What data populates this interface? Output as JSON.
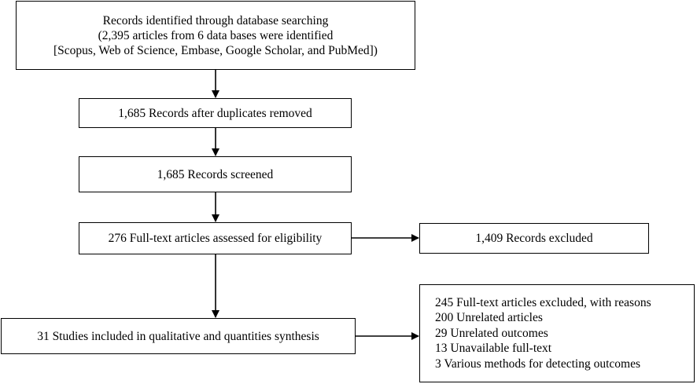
{
  "boxes": {
    "identified": {
      "lines": [
        "Records identified through database searching",
        "(2,395 articles from 6 data bases were identified",
        "[Scopus, Web of Science, Embase, Google Scholar, and PubMed])"
      ]
    },
    "duplicates_removed": {
      "text": "1,685 Records after duplicates removed"
    },
    "screened": {
      "text": "1,685 Records screened"
    },
    "eligibility": {
      "text": "276 Full-text articles assessed for eligibility"
    },
    "records_excluded": {
      "text": "1,409 Records excluded"
    },
    "included": {
      "text": "31 Studies included in qualitative and quantities synthesis"
    },
    "fulltext_excluded": {
      "lines": [
        "245 Full-text articles excluded, with reasons",
        "200 Unrelated articles",
        "29 Unrelated outcomes",
        "13 Unavailable full-text",
        "3 Various methods for detecting outcomes"
      ]
    }
  },
  "colors": {
    "stroke": "#000000",
    "background": "#ffffff"
  }
}
